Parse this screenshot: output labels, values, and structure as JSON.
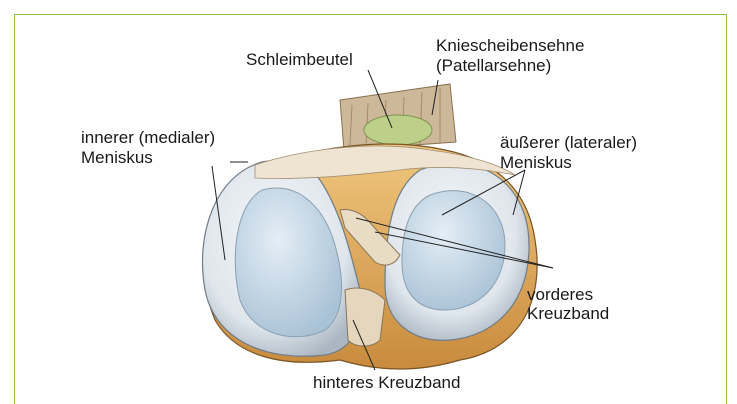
{
  "labels": {
    "schleimbeutel": "Schleimbeutel",
    "kniescheibensehne_1": "Kniescheibensehne",
    "kniescheibensehne_2": "(Patellarsehne)",
    "innerer_1": "innerer (medialer)",
    "innerer_2": "Meniskus",
    "aeusserer_1": "äußerer (lateraler)",
    "aeusserer_2": "Meniskus",
    "vorderes_1": "vorderes",
    "vorderes_2": "Kreuzband",
    "hinteres": "hinteres Kreuzband"
  },
  "colors": {
    "frame": "#8cc43c",
    "meniscus": "#dfe6ec",
    "condyle": "#c4d6e4",
    "tissue": "#e3b56a",
    "ligament": "#e9dcc4",
    "bursa": "#bcd08a"
  }
}
